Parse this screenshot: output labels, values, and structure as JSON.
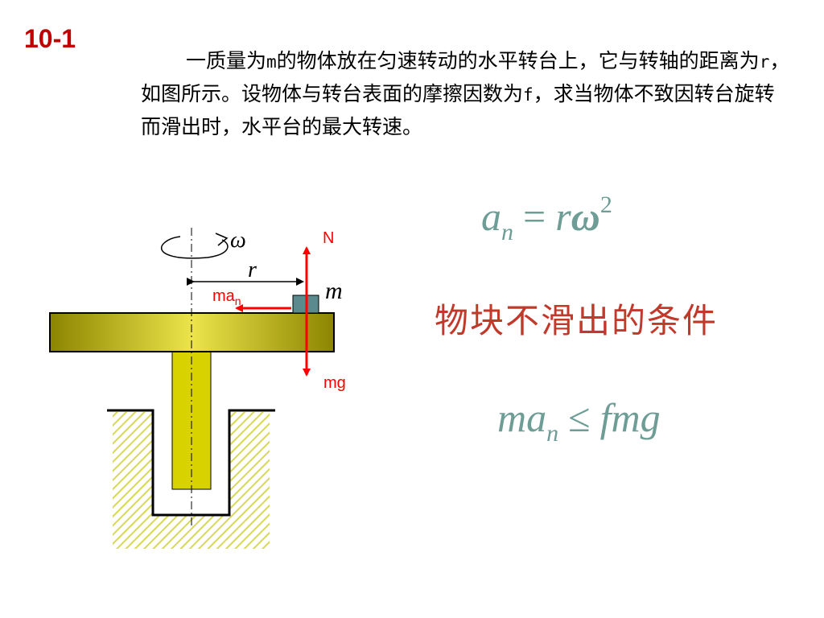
{
  "problem": {
    "number": "10-1",
    "text_parts": [
      {
        "text": "一质量为",
        "mono": false
      },
      {
        "text": "m",
        "mono": true
      },
      {
        "text": "的物体放在匀速转动的水平转台上，它与转轴的距离为",
        "mono": false
      },
      {
        "text": "r",
        "mono": true
      },
      {
        "text": "，如图所示。设物体与转台表面的摩擦因数为",
        "mono": false
      },
      {
        "text": "f",
        "mono": true
      },
      {
        "text": "，求当物体不致因转台旋转而滑出时，水平台的最大转速。",
        "mono": false
      }
    ]
  },
  "diagram": {
    "omega_label": "ω",
    "radius_label": "r",
    "mass_label": "m",
    "normal_force_label": "N",
    "gravity_label": "mg",
    "centripetal_label": "ma",
    "centripetal_subscript": "n"
  },
  "equation1": {
    "lhs_var": "a",
    "lhs_sub": "n",
    "op": "=",
    "rhs_var": "r",
    "rhs_omega": "ω",
    "rhs_exp": "2"
  },
  "condition_text": "物块不滑出的条件",
  "equation2": {
    "lhs_var": "ma",
    "lhs_sub": "n",
    "op": "≤",
    "rhs": "fmg"
  },
  "colors": {
    "title_red": "#c00000",
    "force_red": "#ff0000",
    "equation_teal": "#6e9d96",
    "condition_red": "#c0392b",
    "platform_olive": "#a39a00",
    "shaft_yellow": "#d8d300",
    "block_teal": "#5b8a8e",
    "hatch_yellow": "#d8d858"
  }
}
